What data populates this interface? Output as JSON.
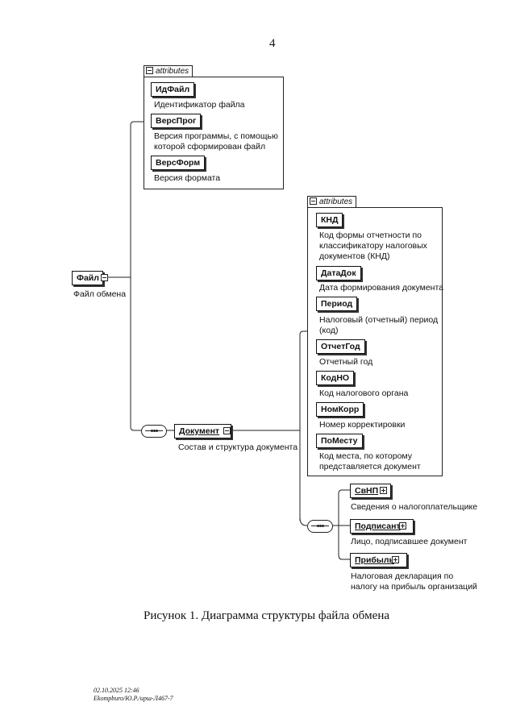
{
  "page_number": "4",
  "attributes_label": "attributes",
  "root": {
    "name": "Файл",
    "desc": "Файл обмена"
  },
  "file_attrs": [
    {
      "name": "ИдФайл",
      "desc": "Идентификатор файла"
    },
    {
      "name": "ВерсПрог",
      "desc": "Версия программы, с помощью которой сформирован файл"
    },
    {
      "name": "ВерсФорм",
      "desc": "Версия формата"
    }
  ],
  "document": {
    "name": "Документ",
    "desc": "Состав и структура документа"
  },
  "doc_attrs": [
    {
      "name": "КНД",
      "desc": "Код формы отчетности по классификатору налоговых документов (КНД)"
    },
    {
      "name": "ДатаДок",
      "desc": "Дата формирования документа"
    },
    {
      "name": "Период",
      "desc": "Налоговый (отчетный) период (код)"
    },
    {
      "name": "ОтчетГод",
      "desc": "Отчетный год"
    },
    {
      "name": "КодНО",
      "desc": "Код налогового органа"
    },
    {
      "name": "НомКорр",
      "desc": "Номер корректировки"
    },
    {
      "name": "ПоМесту",
      "desc": "Код места, по которому представляется документ"
    }
  ],
  "children": [
    {
      "name": "СвНП",
      "desc": "Сведения о налогоплательщике"
    },
    {
      "name": "Подписант",
      "desc": "Лицо, подписавшее документ"
    },
    {
      "name": "Прибыль",
      "desc": "Налоговая декларация по налогу на прибыль организаций"
    }
  ],
  "caption": "Рисунок 1. Диаграмма структуры файла обмена",
  "footer": {
    "line1": "02.10.2025 12:46",
    "line2": "Ekompburo/Ю.Р./ирш-Л467-7"
  }
}
